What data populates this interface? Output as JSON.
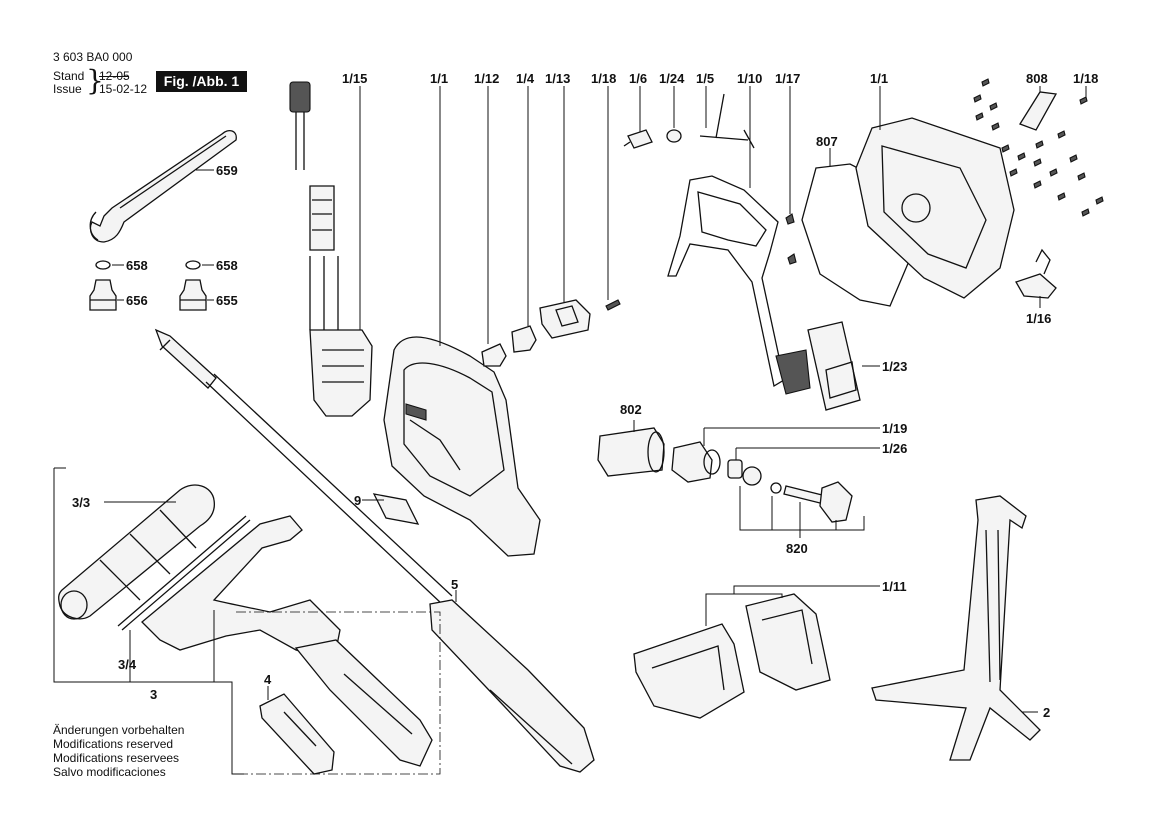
{
  "header": {
    "doc_number": "3 603 BA0 000",
    "stand_label": "Stand",
    "issue_label": "Issue",
    "stand_value": "12-05",
    "issue_value": "15-02-12",
    "figure_label": "Fig. /Abb. 1"
  },
  "modifications": [
    "Änderungen vorbehalten",
    "Modifications reserved",
    "Modifications reservees",
    "Salvo modificaciones"
  ],
  "callouts": {
    "c_1_15": "1/15",
    "c_1_1a": "1/1",
    "c_1_12": "1/12",
    "c_1_4": "1/4",
    "c_1_13": "1/13",
    "c_1_18a": "1/18",
    "c_1_6": "1/6",
    "c_1_24": "1/24",
    "c_1_5": "1/5",
    "c_1_10": "1/10",
    "c_1_17": "1/17",
    "c_1_1b": "1/1",
    "c_808": "808",
    "c_1_18b": "1/18",
    "c_807": "807",
    "c_659": "659",
    "c_658a": "658",
    "c_658b": "658",
    "c_656": "656",
    "c_655": "655",
    "c_1_16": "1/16",
    "c_1_23": "1/23",
    "c_802": "802",
    "c_1_19": "1/19",
    "c_1_26": "1/26",
    "c_820": "820",
    "c_9": "9",
    "c_3_3": "3/3",
    "c_3_4": "3/4",
    "c_3": "3",
    "c_4": "4",
    "c_5": "5",
    "c_1_11": "1/11",
    "c_2": "2"
  }
}
